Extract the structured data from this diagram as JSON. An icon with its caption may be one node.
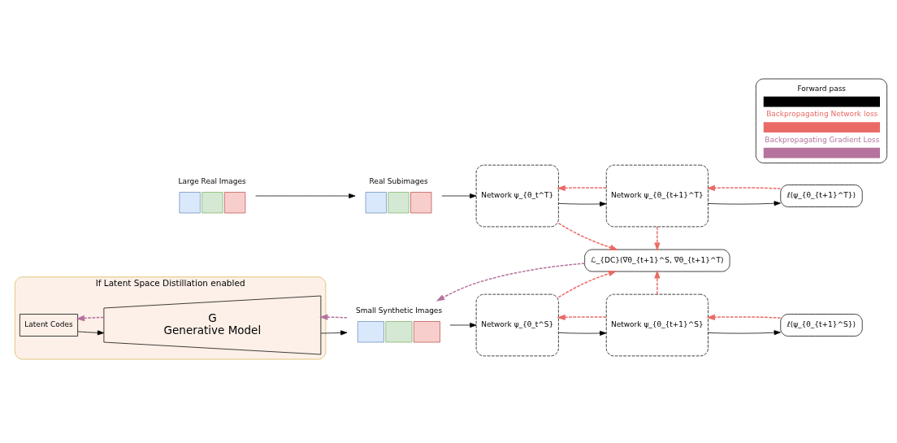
{
  "diagram": {
    "nodes": [
      {
        "text": [
          "Large Real Images"
        ]
      },
      {
        "text": [
          "Real Subimages"
        ]
      },
      {
        "text": [
          "Network ψ_{θ_t^T}"
        ]
      },
      {
        "text": [
          "Network ψ_{θ_{t+1}^T}"
        ]
      },
      {
        "text": [
          "ℓ(ψ_{θ_{t+1}^T})"
        ]
      },
      {
        "text": [
          "ℒ_{DC}(∇θ_{t+1}^S, ∇θ_{t+1}^T)"
        ]
      },
      {
        "text": [
          "If Latent Space Distillation enabled"
        ]
      },
      {
        "text": [
          "Latent Codes"
        ],
        "in": 6
      },
      {
        "text": [
          "G",
          "Generative Model"
        ],
        "in": 6
      },
      {
        "text": [
          "Small Synthetic Images"
        ]
      },
      {
        "text": [
          "Network ψ_{θ_t^S}"
        ]
      },
      {
        "text": [
          "Network ψ_{θ_{t+1}^S}"
        ]
      },
      {
        "text": [
          "ℓ(ψ_{θ_{t+1}^S})"
        ]
      }
    ],
    "edges": [
      {
        "from": 0,
        "to": 1,
        "arrow": "to"
      },
      {
        "from": 1,
        "to": 2,
        "arrow": "to"
      },
      {
        "from": 2,
        "to": 3,
        "arrow": "to"
      },
      {
        "from": 3,
        "to": 4,
        "arrow": "to"
      },
      {
        "from": 4,
        "to": 3,
        "arrow": "to",
        "style": "dashed",
        "color": "#ea6b66"
      },
      {
        "from": 3,
        "to": 2,
        "arrow": "to",
        "style": "dashed",
        "color": "#ea6b66"
      },
      {
        "from": 2,
        "to": 5,
        "arrow": "to",
        "style": "dashed",
        "color": "#ea6b66"
      },
      {
        "from": 3,
        "to": 5,
        "arrow": "to",
        "style": "dashed",
        "color": "#ea6b66"
      },
      {
        "from": 10,
        "to": 5,
        "arrow": "to",
        "style": "dashed",
        "color": "#ea6b66"
      },
      {
        "from": 11,
        "to": 5,
        "arrow": "to",
        "style": "dashed",
        "color": "#ea6b66"
      },
      {
        "from": 5,
        "to": 9,
        "arrow": "to",
        "style": "dashed",
        "color": "#b5739d"
      },
      {
        "from": 9,
        "to": 8,
        "arrow": "to",
        "style": "dashed",
        "color": "#b5739d"
      },
      {
        "from": 8,
        "to": 7,
        "arrow": "to",
        "style": "dashed",
        "color": "#b5739d"
      },
      {
        "from": 7,
        "to": 8,
        "arrow": "to"
      },
      {
        "from": 8,
        "to": 9,
        "arrow": "to"
      },
      {
        "from": 9,
        "to": 10,
        "arrow": "to"
      },
      {
        "from": 10,
        "to": 11,
        "arrow": "to"
      },
      {
        "from": 11,
        "to": 12,
        "arrow": "to"
      },
      {
        "from": 12,
        "to": 11,
        "arrow": "to",
        "style": "dashed",
        "color": "#ea6b66"
      },
      {
        "from": 11,
        "to": 10,
        "arrow": "to",
        "style": "dashed",
        "color": "#ea6b66"
      }
    ],
    "legend": [
      {
        "text": "Forward pass"
      },
      {
        "text": "Backpropagating Network loss"
      },
      {
        "text": "Backpropagating Gradient Loss"
      }
    ]
  }
}
